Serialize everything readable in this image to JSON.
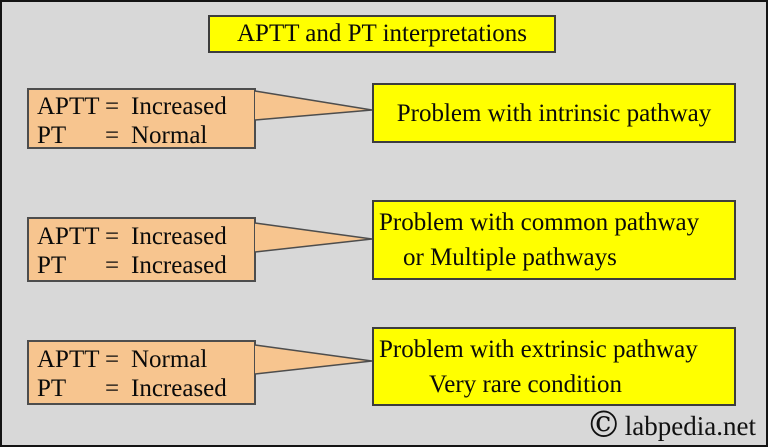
{
  "title": "APTT and PT interpretations",
  "rows": [
    {
      "left": {
        "line1": {
          "label": "APTT",
          "eq": "=",
          "value": "Increased"
        },
        "line2": {
          "label": "PT",
          "eq": "=",
          "value": "Normal"
        }
      },
      "right": {
        "line1": "Problem with intrinsic pathway",
        "line2": ""
      }
    },
    {
      "left": {
        "line1": {
          "label": "APTT",
          "eq": "=",
          "value": "Increased"
        },
        "line2": {
          "label": "PT",
          "eq": "=",
          "value": "Increased"
        }
      },
      "right": {
        "line1": "Problem with common pathway",
        "line2": "or Multiple pathways"
      }
    },
    {
      "left": {
        "line1": {
          "label": "APTT",
          "eq": "=",
          "value": "Normal"
        },
        "line2": {
          "label": "PT",
          "eq": "=",
          "value": "Increased"
        }
      },
      "right": {
        "line1": "Problem with extrinsic pathway",
        "line2": "Very rare condition"
      }
    }
  ],
  "watermark": {
    "symbol": "©",
    "text": "labpedia.net"
  },
  "colors": {
    "background": "#d8d8d8",
    "frame_border": "#141414",
    "highlight_yellow": "#ffff00",
    "callout_peach": "#f7c58f",
    "box_border_dark": "#3d3d3d",
    "text": "#0a0a0a"
  }
}
